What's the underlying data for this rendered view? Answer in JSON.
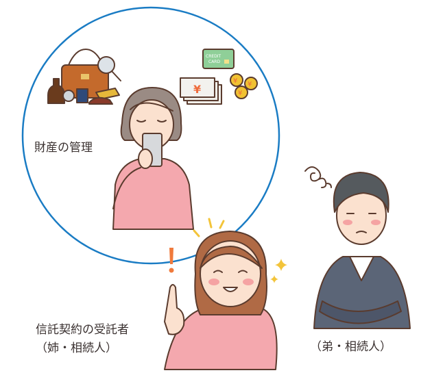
{
  "labels": {
    "asset_management": "財産の管理",
    "trustee_line1": "信託契約の受託者",
    "trustee_line2": "（姉・相続人）",
    "brother": "（弟・相続人）"
  },
  "credit_card": {
    "line1": "CREDIT",
    "line2": "CARD"
  },
  "currency_symbol": "¥",
  "colors": {
    "circle": "#1a7cc4",
    "pink_shirt": "#f4a8ae",
    "suit": "#5b6577",
    "accent_orange": "#f07a3c",
    "sparkle": "#f3c43a"
  }
}
